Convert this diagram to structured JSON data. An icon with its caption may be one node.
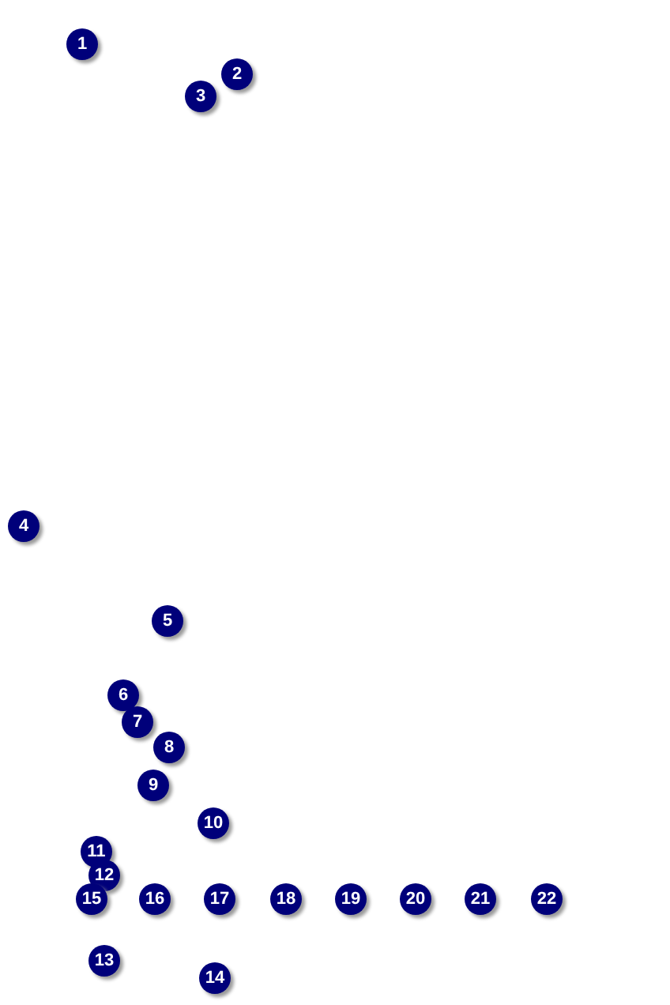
{
  "diagram": {
    "labels": [
      "1",
      "2",
      "3",
      "4",
      "5",
      "6",
      "7",
      "8",
      "9",
      "10",
      "11",
      "12",
      "15",
      "16",
      "17",
      "18",
      "19",
      "20",
      "21",
      "22",
      "13",
      "14"
    ]
  }
}
